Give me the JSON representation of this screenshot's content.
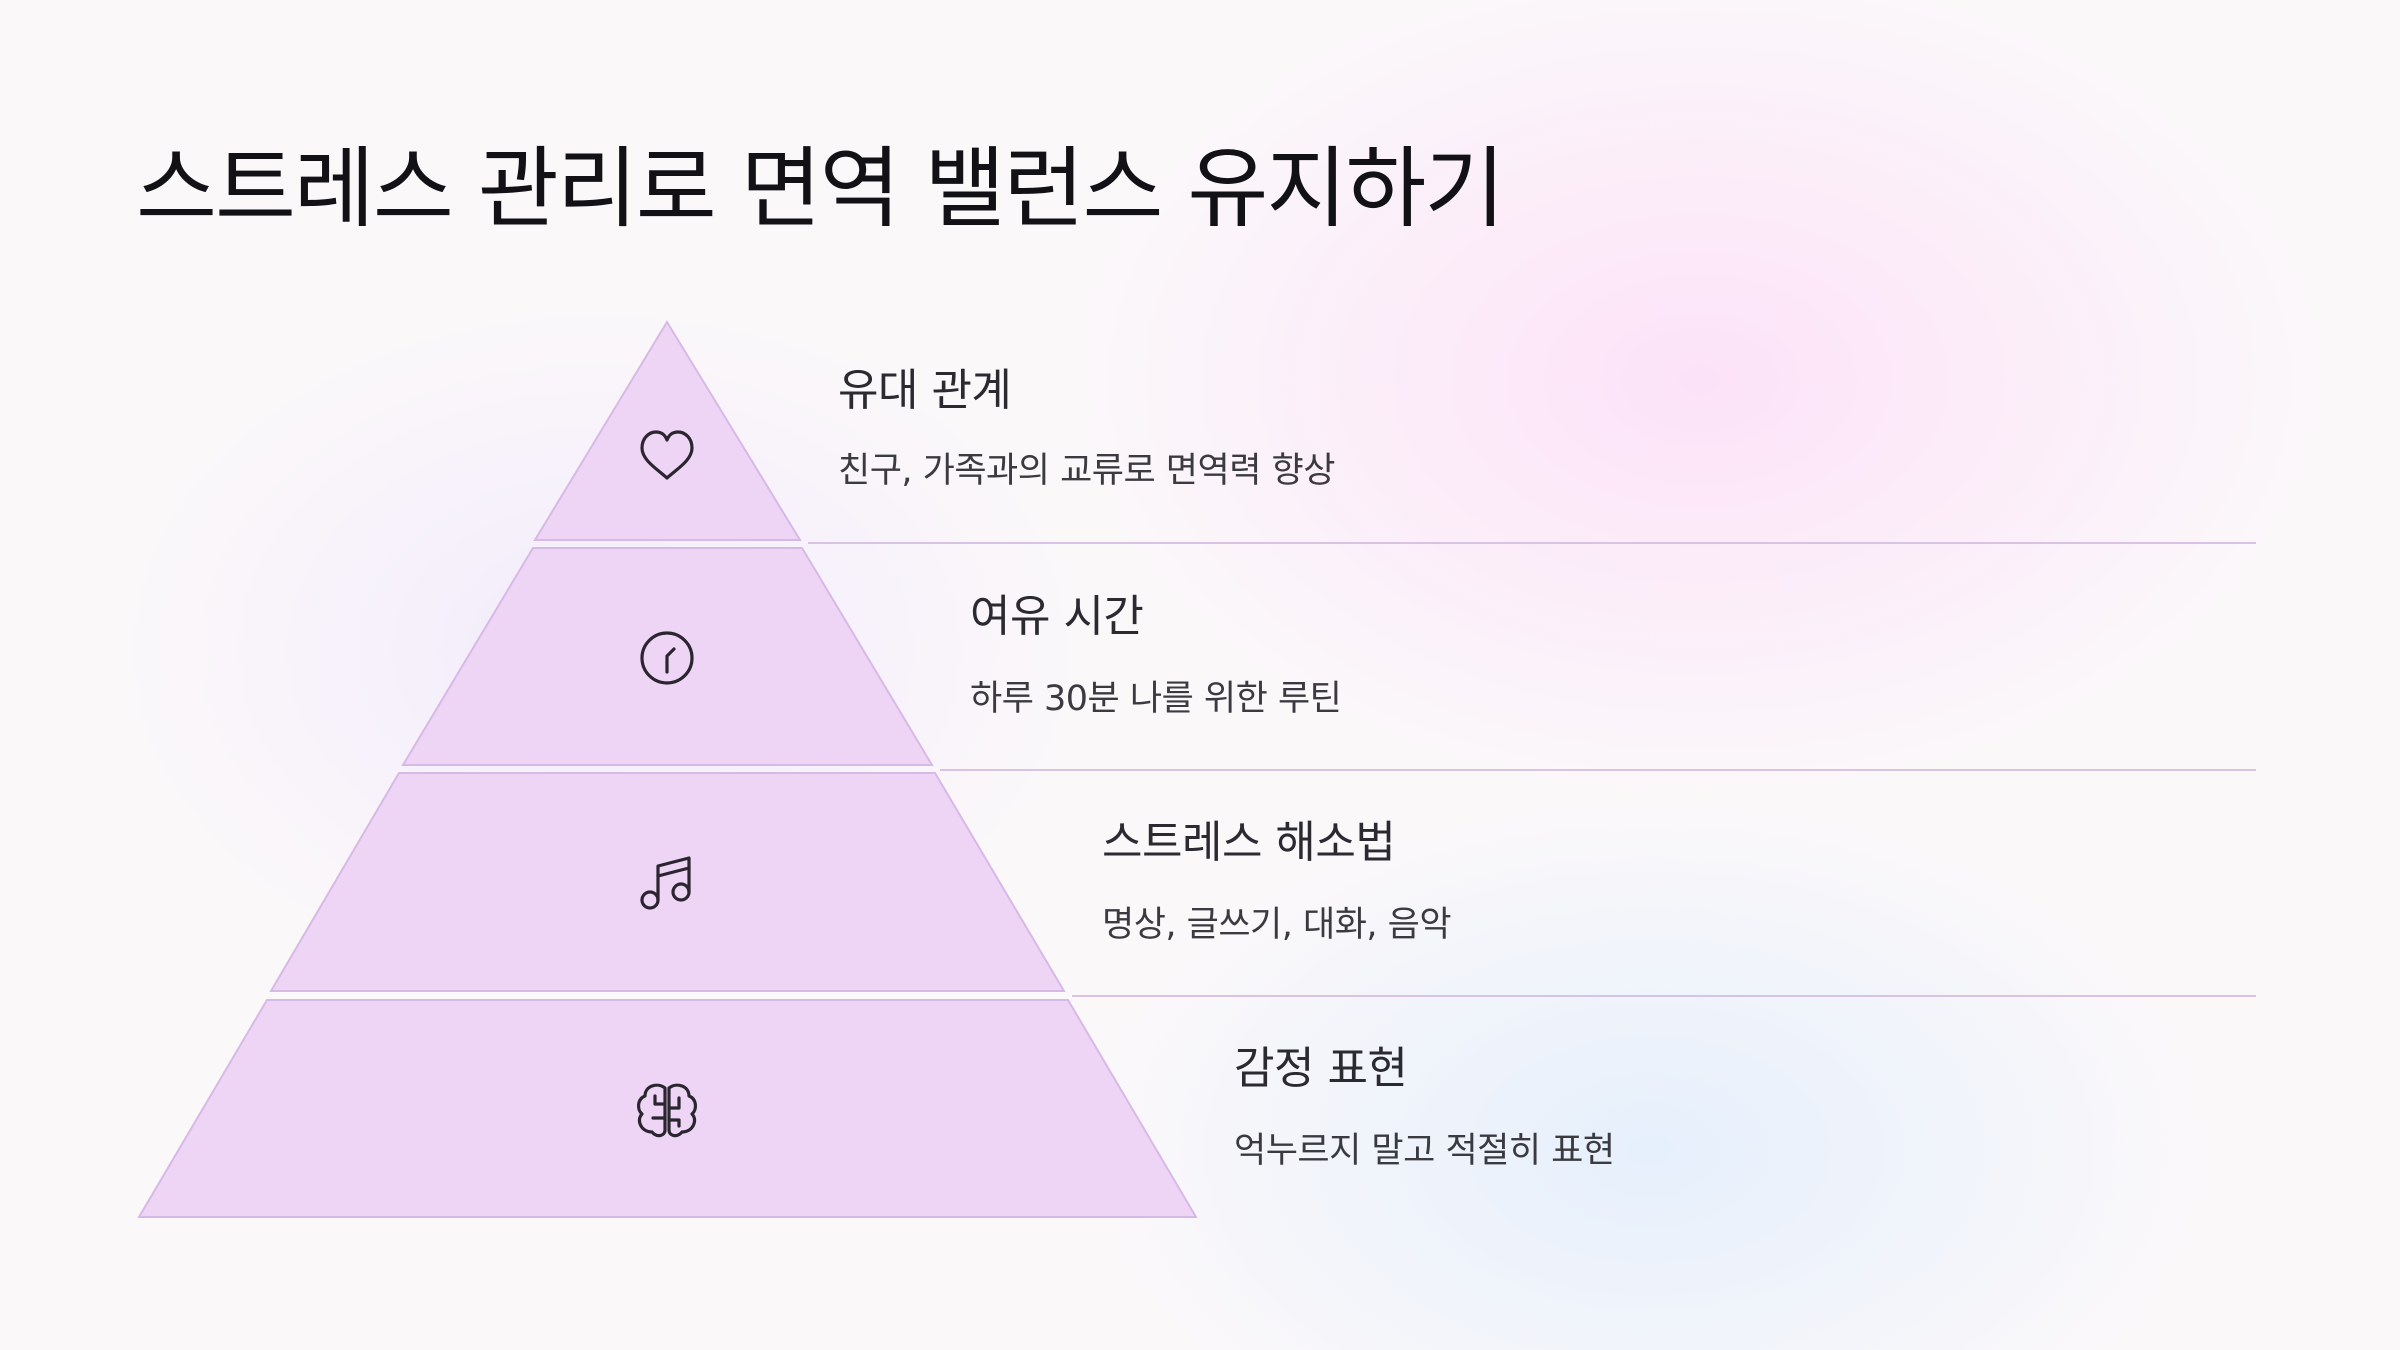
{
  "title": "스트레스 관리로 면역 밸런스 유지하기",
  "tiers": [
    {
      "heading": "유대 관계",
      "description": "친구, 가족과의 교류로 면역력 향상",
      "icon": "heart-icon"
    },
    {
      "heading": "여유 시간",
      "description": "하루 30분 나를 위한 루틴",
      "icon": "clock-icon"
    },
    {
      "heading": "스트레스 해소법",
      "description": "명상, 글쓰기, 대화, 음악",
      "icon": "music-note-icon"
    },
    {
      "heading": "감정 표현",
      "description": "억누르지 말고 적절히 표현",
      "icon": "brain-icon"
    }
  ],
  "colors": {
    "tier_fill": "#eed5f6",
    "tier_stroke": "#d7b9e5",
    "divider": "#d8c3e4",
    "text": "#1e1e24"
  }
}
